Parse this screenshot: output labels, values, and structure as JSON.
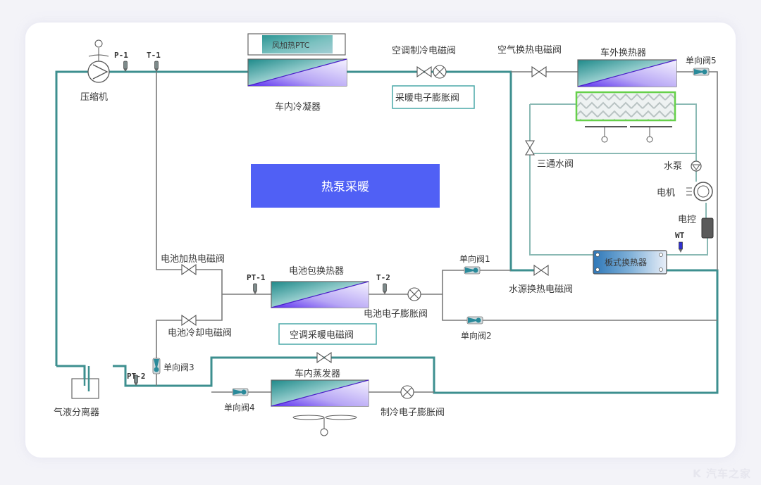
{
  "diagram": {
    "title": "热泵采暖",
    "colors": {
      "refrigerant_pipe": "#3d8f8f",
      "coolant_pipe": "#7fb5b0",
      "thin_pipe": "#7a7a7a",
      "mode_banner": "#5060f5",
      "hx_teal": "#2a9090",
      "hx_violet": "#8a6cf0",
      "radiator_border": "#66d04a",
      "label_box_border": "#4aa8a8"
    },
    "components": {
      "compressor": "压缩机",
      "cabin_condenser": "车内冷凝器",
      "air_ptc": "风加热PTC",
      "ac_cooling_solenoid": "空调制冷电磁阀",
      "heating_expansion_valve": "采暖电子膨胀阀",
      "air_hx_solenoid": "空气换热电磁阀",
      "outside_hx": "车外换热器",
      "check_valve_5": "单向阀5",
      "three_way_water_valve": "三通水阀",
      "water_pump": "水泵",
      "motor": "电机",
      "motor_controller": "电控",
      "plate_hx": "板式换热器",
      "water_source_solenoid": "水源换热电磁阀",
      "check_valve_1": "单向阀1",
      "check_valve_2": "单向阀2",
      "battery_heating_solenoid": "电池加热电磁阀",
      "battery_hx": "电池包换热器",
      "battery_expansion_valve": "电池电子膨胀阀",
      "ac_heating_solenoid": "空调采暖电磁阀",
      "battery_cooling_solenoid": "电池冷却电磁阀",
      "check_valve_3": "单向阀3",
      "check_valve_4": "单向阀4",
      "cabin_evaporator": "车内蒸发器",
      "cooling_expansion_valve": "制冷电子膨胀阀",
      "gas_liquid_separator": "气液分离器"
    },
    "sensors": {
      "p1": "P-1",
      "t1": "T-1",
      "pt1": "PT-1",
      "t2": "T-2",
      "pt2": "PT-2",
      "wt": "WT"
    }
  },
  "watermark": "K 汽车之家"
}
